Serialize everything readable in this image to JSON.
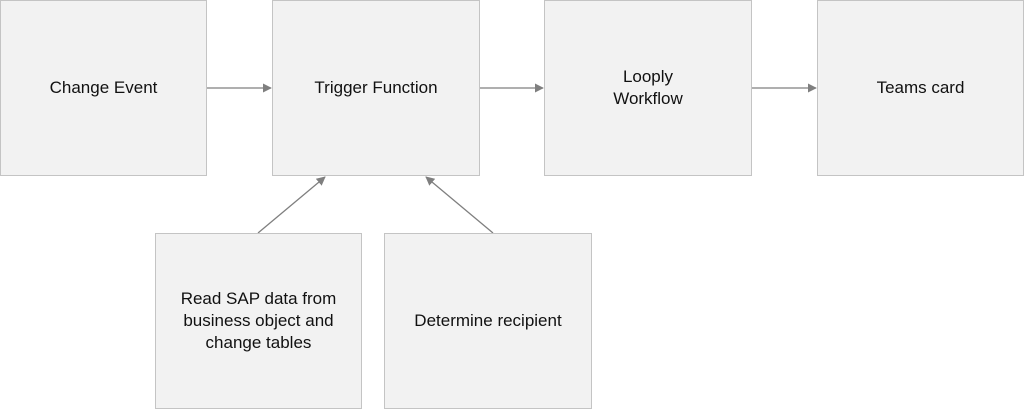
{
  "diagram": {
    "nodes": {
      "change_event": "Change Event",
      "trigger_function": "Trigger Function",
      "looply_workflow": "Looply\nWorkflow",
      "teams_card": "Teams card",
      "read_sap_data": "Read SAP data from\nbusiness object and\nchange tables",
      "determine_recipient": "Determine recipient"
    },
    "edges": [
      {
        "from": "change_event",
        "to": "trigger_function"
      },
      {
        "from": "trigger_function",
        "to": "looply_workflow"
      },
      {
        "from": "looply_workflow",
        "to": "teams_card"
      },
      {
        "from": "read_sap_data",
        "to": "trigger_function"
      },
      {
        "from": "determine_recipient",
        "to": "trigger_function"
      }
    ],
    "colors": {
      "node_fill": "#f2f2f2",
      "node_border": "#c4c4c4",
      "edge": "#7f7f7f",
      "text": "#111111"
    }
  }
}
